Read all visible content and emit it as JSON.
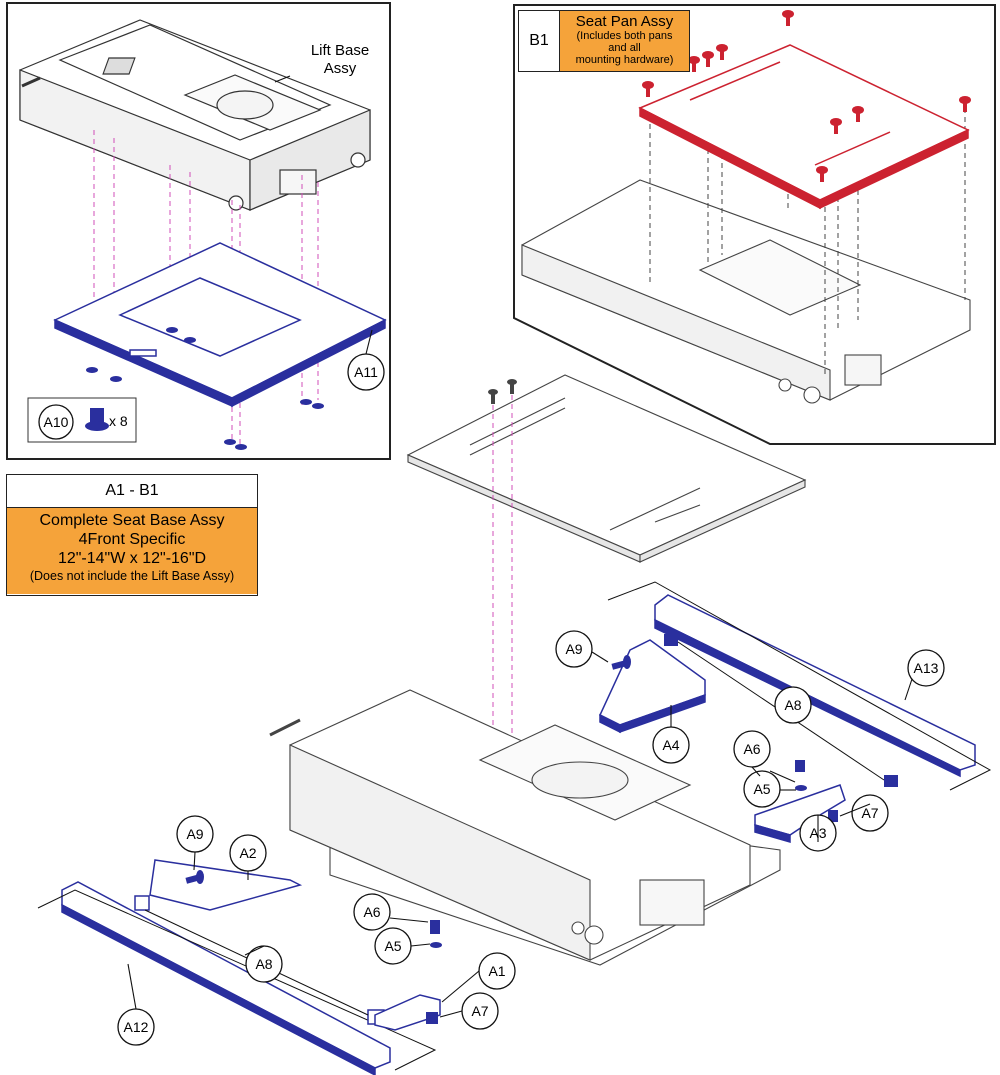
{
  "inset_lift_base": {
    "label_line1": "Lift Base",
    "label_line2": "Assy",
    "hardware_qty": "x 8"
  },
  "inset_seat_pan": {
    "callout": "B1",
    "title": "Seat Pan Assy",
    "note_line1": "(Includes both pans",
    "note_line2": "and all",
    "note_line3": "mounting hardware)"
  },
  "legend_box": {
    "range": "A1 - B1",
    "line1": "Complete Seat Base Assy",
    "line2": "4Front Specific",
    "line3": "12\"-14\"W x 12\"-16\"D",
    "line4": "(Does not include the Lift Base Assy)"
  },
  "callouts": {
    "a1": "A1",
    "a2": "A2",
    "a3": "A3",
    "a4": "A4",
    "a5_top": "A5",
    "a5_bottom": "A5",
    "a6_top": "A6",
    "a6_bottom": "A6",
    "a7_top": "A7",
    "a7_bottom": "A7",
    "a8_top": "A8",
    "a8_bottom": "A8",
    "a9_top": "A9",
    "a9_bottom": "A9",
    "a10": "A10",
    "a11": "A11",
    "a12": "A12",
    "a13": "A13"
  },
  "colors": {
    "part_blue": "#2a2f9e",
    "seat_pan_red": "#cc2230",
    "leader_pink": "#d04fb8",
    "legend_orange": "#f5a33a",
    "outline": "#222222"
  }
}
